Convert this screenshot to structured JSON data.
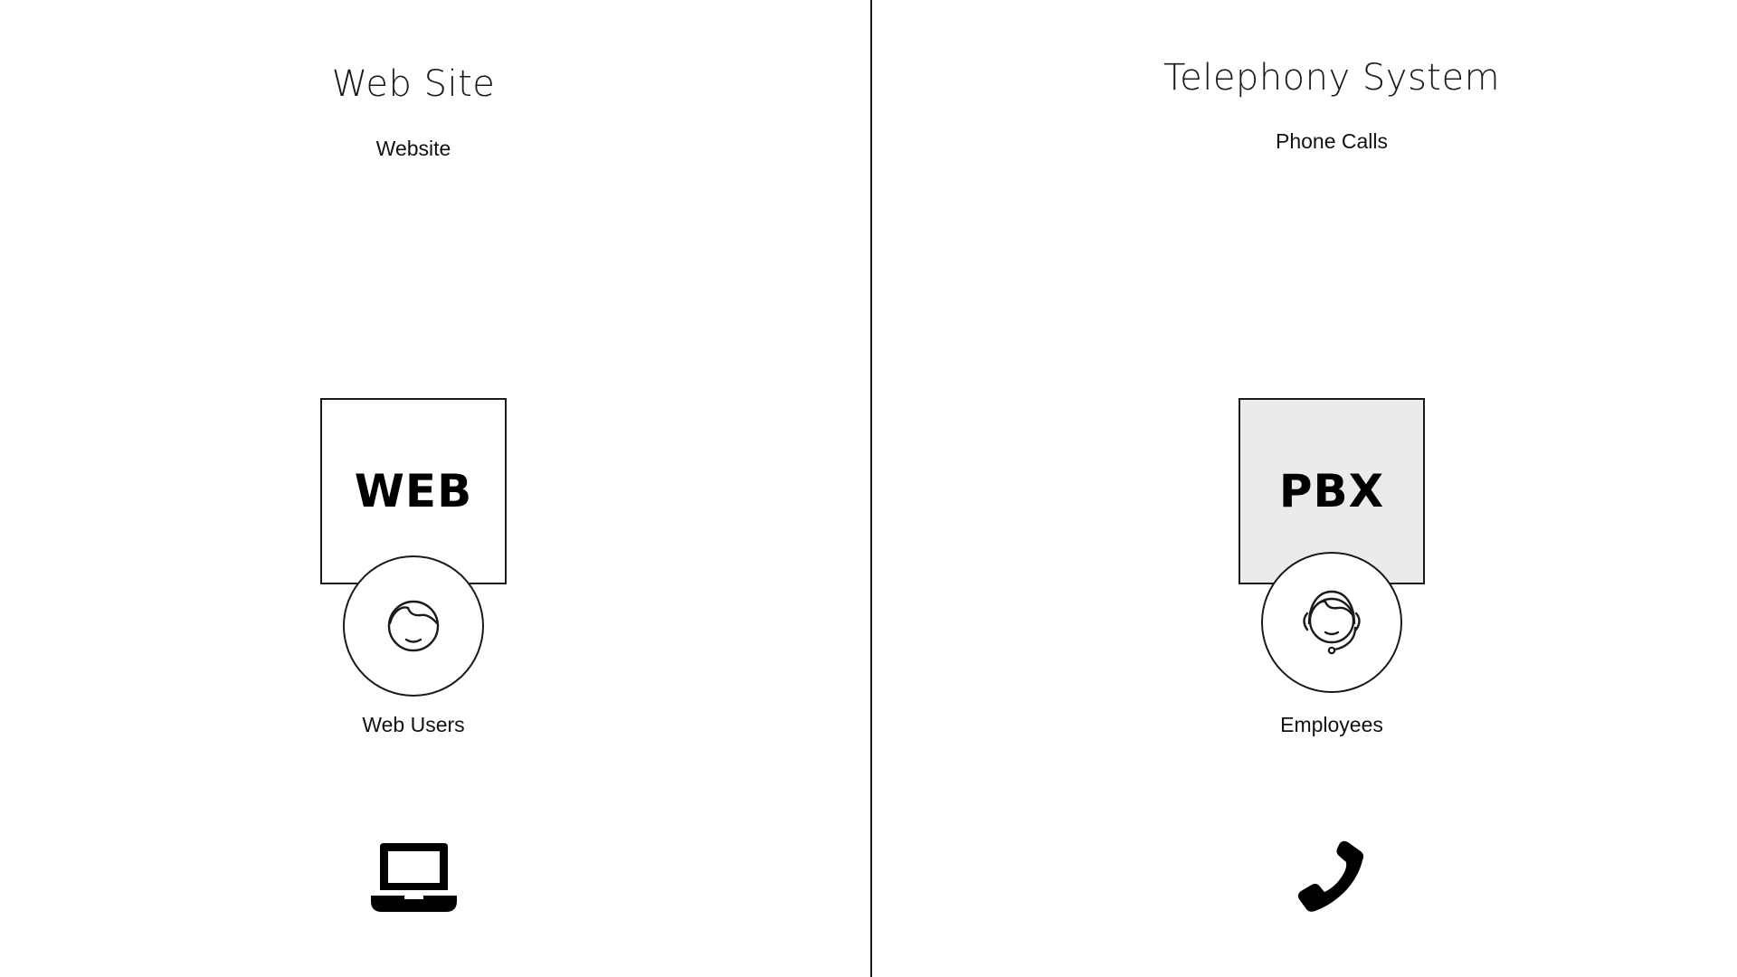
{
  "left": {
    "title": "Web Site",
    "subtitle": "Website",
    "box_label": "WEB",
    "box_color": "#ffffff",
    "person_caption": "Web Users",
    "person_icon": "user-icon",
    "device_icon": "laptop-icon"
  },
  "right": {
    "title": "Telephony System",
    "subtitle": "Phone Calls",
    "box_label": "PBX",
    "box_color": "#ebebeb",
    "person_caption": "Employees",
    "person_icon": "headset-user-icon",
    "device_icon": "phone-icon"
  }
}
